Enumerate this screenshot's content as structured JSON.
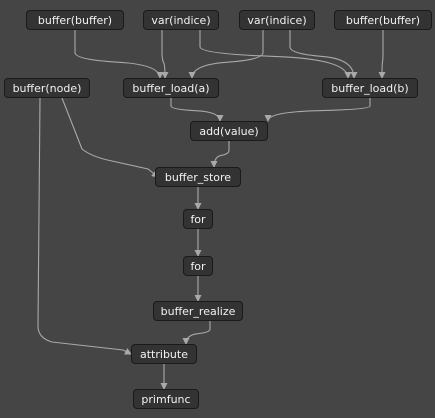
{
  "nodes": [
    {
      "id": "n1",
      "label": "buffer(buffer)"
    },
    {
      "id": "n2",
      "label": "var(indice)"
    },
    {
      "id": "n3",
      "label": "var(indice)"
    },
    {
      "id": "n4",
      "label": "buffer(buffer)"
    },
    {
      "id": "n5",
      "label": "buffer(node)"
    },
    {
      "id": "n6",
      "label": "buffer_load(a)"
    },
    {
      "id": "n7",
      "label": "buffer_load(b)"
    },
    {
      "id": "n8",
      "label": "add(value)"
    },
    {
      "id": "n9",
      "label": "buffer_store"
    },
    {
      "id": "n10",
      "label": "for"
    },
    {
      "id": "n11",
      "label": "for"
    },
    {
      "id": "n12",
      "label": "buffer_realize"
    },
    {
      "id": "n13",
      "label": "attribute"
    },
    {
      "id": "n14",
      "label": "primfunc"
    }
  ],
  "edges": [
    {
      "from": "n1",
      "to": "n6"
    },
    {
      "from": "n2",
      "to": "n6"
    },
    {
      "from": "n2",
      "to": "n7"
    },
    {
      "from": "n3",
      "to": "n6"
    },
    {
      "from": "n3",
      "to": "n7"
    },
    {
      "from": "n4",
      "to": "n7"
    },
    {
      "from": "n6",
      "to": "n8"
    },
    {
      "from": "n7",
      "to": "n8"
    },
    {
      "from": "n5",
      "to": "n9"
    },
    {
      "from": "n8",
      "to": "n9"
    },
    {
      "from": "n9",
      "to": "n10"
    },
    {
      "from": "n10",
      "to": "n11"
    },
    {
      "from": "n11",
      "to": "n12"
    },
    {
      "from": "n5",
      "to": "n13"
    },
    {
      "from": "n12",
      "to": "n13"
    },
    {
      "from": "n13",
      "to": "n14"
    }
  ]
}
